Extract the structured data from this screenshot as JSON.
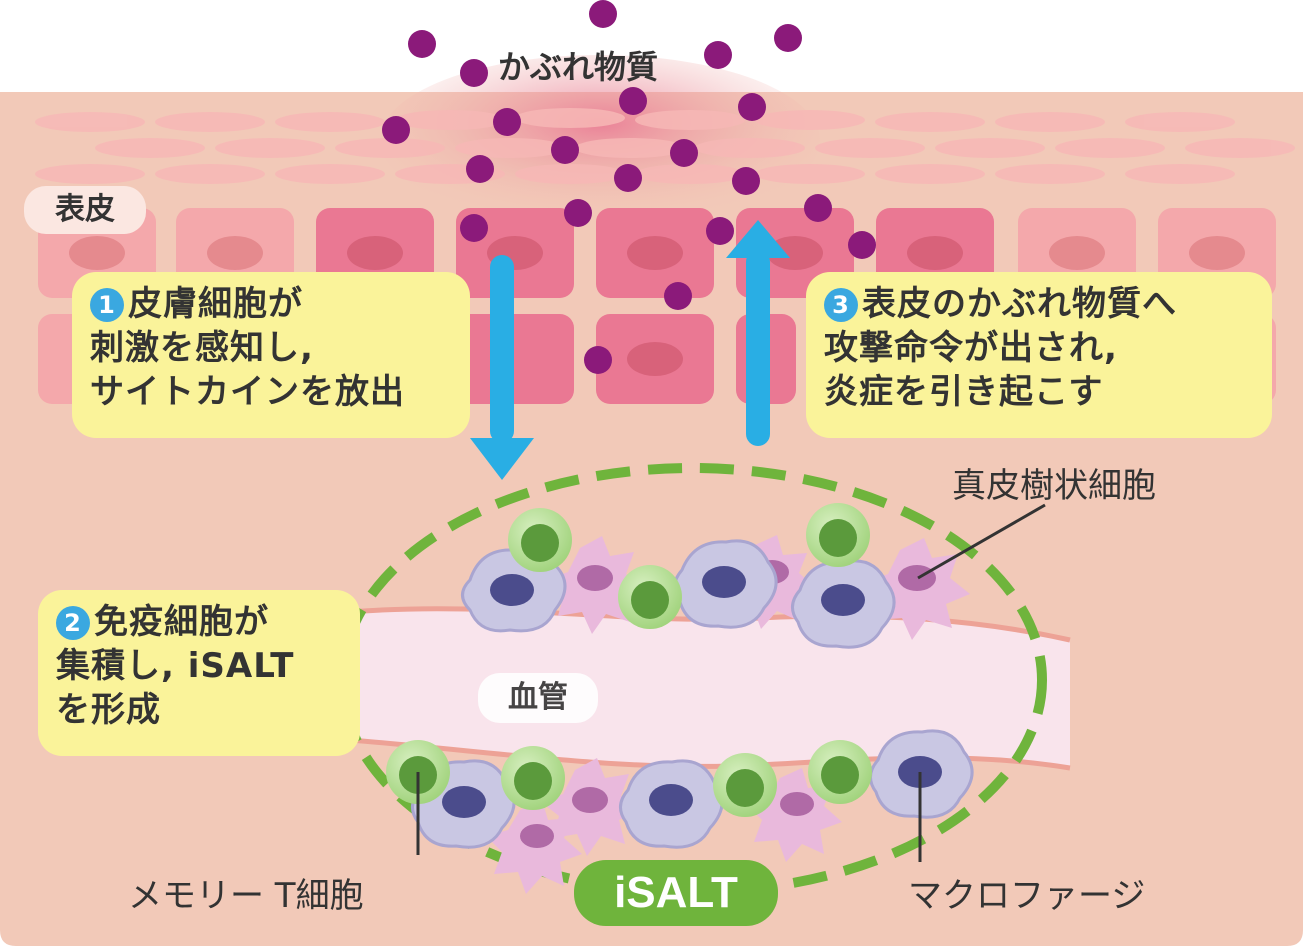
{
  "title": "かぶれ物質",
  "labels": {
    "epidermis": "表皮",
    "blood_vessel": "血管",
    "dermal_dendritic_cell": "真皮樹状細胞",
    "memory_t_cell": "メモリー T細胞",
    "macrophage": "マクロファージ",
    "isalt": "iSALT"
  },
  "steps": [
    {
      "number": "1",
      "lines": [
        "皮膚細胞が",
        "刺激を感知し,",
        "サイトカインを放出"
      ]
    },
    {
      "number": "2",
      "lines": [
        "免疫細胞が",
        "集積し, iSALT",
        "を形成"
      ]
    },
    {
      "number": "3",
      "lines": [
        "表皮のかぶれ物質へ",
        "攻撃命令が出され,",
        "炎症を引き起こす"
      ]
    }
  ],
  "colors": {
    "skin": "#f2c9b8",
    "allergen": "#8b1a7a",
    "arrow": "#29aee4",
    "panel": "#faf39a",
    "isalt_green": "#6fb43c"
  }
}
